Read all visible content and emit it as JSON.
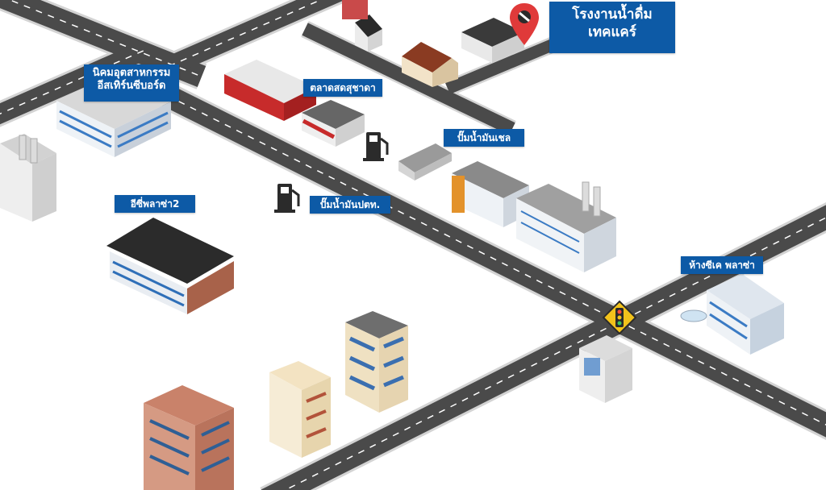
{
  "colors": {
    "road": "#4a4a4a",
    "road_edge": "#cfcfcf",
    "road_marking": "#ffffff",
    "label_bg": "#0d5aa6",
    "label_text": "#ffffff",
    "pin": "#e03a3a",
    "traffic_sign": "#f2c21b"
  },
  "labels": {
    "factory": [
      "โรงงานน้ำดื่ม",
      "เทคแคร์"
    ],
    "industrial_estate": [
      "นิคมอุตสาหกรรม",
      "อีสเทิร์นซีบอร์ด"
    ],
    "market": "ตลาดสดสุชาดา",
    "shell_station": "ปั๊มน้ำมันเชล",
    "ptt_station": "ปั๊มน้ำมันปตท.",
    "ec_plaza": "อีซี่พลาซ่า2",
    "tk_plaza": "ห้างซีเค พลาซ่า"
  },
  "icons": [
    "map-pin-icon",
    "fuel-pump-icon",
    "traffic-light-icon"
  ]
}
